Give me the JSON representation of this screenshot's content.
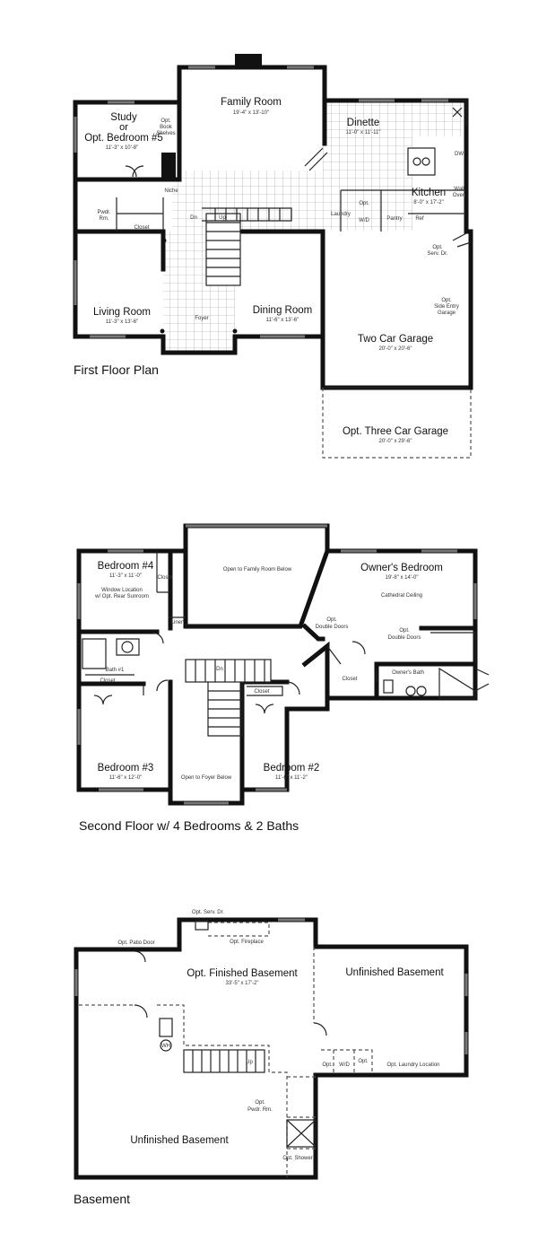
{
  "first_floor": {
    "caption": "First Floor Plan",
    "rooms": {
      "family_room": {
        "name": "Family Room",
        "dims": "19'-4\" x 13'-10\""
      },
      "study": {
        "line1": "Study",
        "line2": "or",
        "line3": "Opt. Bedroom #5",
        "dims": "11'-3\" x 10'-8\""
      },
      "dinette": {
        "name": "Dinette",
        "dims": "11'-0\" x 11'-11\""
      },
      "kitchen": {
        "name": "Kitchen",
        "dims": "8'-0\" x 17'-2\""
      },
      "living_room": {
        "name": "Living Room",
        "dims": "11'-3\" x 13'-6\""
      },
      "dining_room": {
        "name": "Dining Room",
        "dims": "11'-6\" x 13'-6\""
      },
      "two_car_garage": {
        "name": "Two Car Garage",
        "dims": "20'-0\" x 20'-6\""
      },
      "three_car_garage": {
        "name": "Opt. Three Car Garage",
        "dims": "20'-0\" x 29'-6\""
      }
    },
    "labels": {
      "book_1": "Opt.",
      "book_2": "Book",
      "book_3": "Shelves",
      "niche": "Niche",
      "pwdr_1": "Pwdr.",
      "pwdr_2": "Rm.",
      "closet": "Closet",
      "up": "Up",
      "dn": "Dn",
      "foyer": "Foyer",
      "laundry": "Laundry",
      "opt": "Opt.",
      "wd": "W/D",
      "pantry": "Pantry",
      "ref": "Ref",
      "dw": "DW",
      "wall_oven_1": "Wall",
      "wall_oven_2": "Oven",
      "serv_1": "Opt.",
      "serv_2": "Serv. Dr.",
      "side_1": "Opt.",
      "side_2": "Side Entry",
      "side_3": "Garage"
    }
  },
  "second_floor": {
    "caption": "Second Floor w/ 4 Bedrooms & 2 Baths",
    "rooms": {
      "bedroom4": {
        "name": "Bedroom #4",
        "dims": "11'-3\" x 11'-0\""
      },
      "owners_bedroom": {
        "name": "Owner's Bedroom",
        "dims": "19'-8\" x 14'-0\""
      },
      "bedroom3": {
        "name": "Bedroom #3",
        "dims": "11'-6\" x 12'-0\""
      },
      "bedroom2": {
        "name": "Bedroom #2",
        "dims": "11'-6\" x 11'-2\""
      }
    },
    "labels": {
      "open_family": "Open to Family Room Below",
      "open_foyer": "Open to Foyer Below",
      "cathedral": "Cathedral Ceiling",
      "window_1": "Window Location",
      "window_2": "w/ Opt. Rear Sunroom",
      "closet": "Closet",
      "linen": "Linen",
      "bath1": "Bath #1",
      "dn": "Dn",
      "owners_bath": "Owner's Bath",
      "dd_a1": "Opt.",
      "dd_a2": "Double Doors",
      "dd_b1": "Opt.",
      "dd_b2": "Double Doors"
    }
  },
  "basement": {
    "caption": "Basement",
    "rooms": {
      "finished": {
        "name": "Opt. Finished Basement",
        "dims": "33'-5\" x 17'-2\""
      },
      "unfinished_right": {
        "name": "Unfinished Basement"
      },
      "unfinished_left": {
        "name": "Unfinished Basement"
      }
    },
    "labels": {
      "serv": "Opt. Serv. Dr.",
      "fireplace": "Opt. Fireplace",
      "patio": "Opt. Patio Door",
      "wh": "WH",
      "up": "Up",
      "opt": "Opt.",
      "wd": "W/D",
      "opt2": "Opt.",
      "laundry_loc": "Opt. Laundry Location",
      "pwdr_1": "Opt.",
      "pwdr_2": "Pwdr. Rm.",
      "shower": "Opt. Shower"
    }
  }
}
